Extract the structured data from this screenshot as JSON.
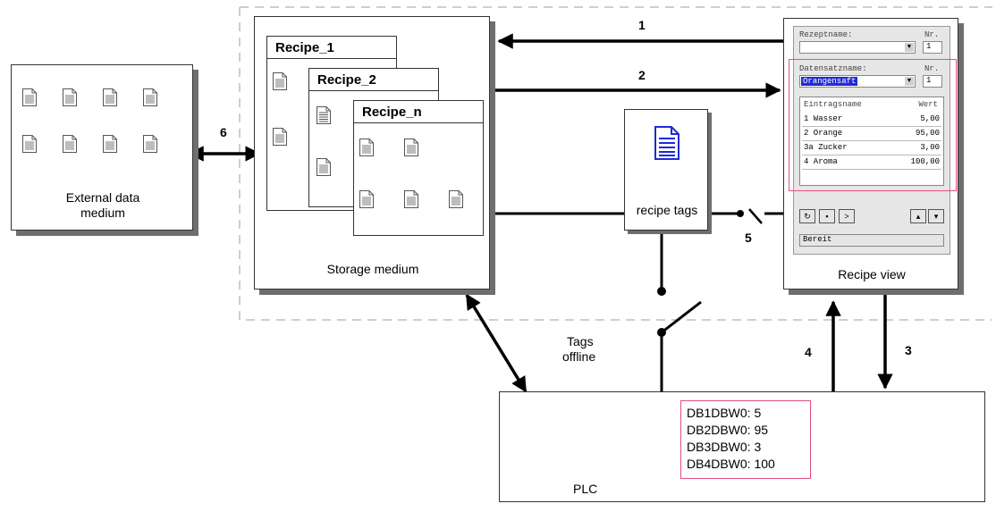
{
  "external": {
    "line1": "External data",
    "line2": "medium"
  },
  "storage": {
    "label": "Storage medium"
  },
  "recipes": [
    "Recipe_1",
    "Recipe_2",
    "Recipe_n"
  ],
  "recipe_tags": {
    "label": "recipe tags"
  },
  "tags_offline": {
    "line1": "Tags",
    "line2": "offline"
  },
  "recipe_view": {
    "label": "Recipe view",
    "field1_label": "Rezeptname:",
    "field1_nr_label": "Nr.",
    "field1_nr": "1",
    "field2_label": "Datensatzname:",
    "field2_value": "Orangensaft",
    "field2_nr_label": "Nr.",
    "field2_nr": "1",
    "table_headers": [
      "Eintragsname",
      "Wert"
    ],
    "rows": [
      {
        "name": "1 Wasser",
        "value": "5,00"
      },
      {
        "name": "2 Orange",
        "value": "95,00"
      },
      {
        "name": "3a Zucker",
        "value": "3,00"
      },
      {
        "name": "4 Aroma",
        "value": "100,00"
      }
    ],
    "status": "Bereit"
  },
  "plc": {
    "label": "PLC",
    "values": [
      "DB1DBW0: 5",
      "DB2DBW0: 95",
      "DB3DBW0: 3",
      "DB4DBW0: 100"
    ]
  },
  "arrows": [
    "1",
    "2",
    "3",
    "4",
    "5",
    "6"
  ],
  "colors": {
    "highlight": "#e0527a",
    "doc_blue": "#1f2bd6",
    "shadow": "#6e6e6e"
  }
}
